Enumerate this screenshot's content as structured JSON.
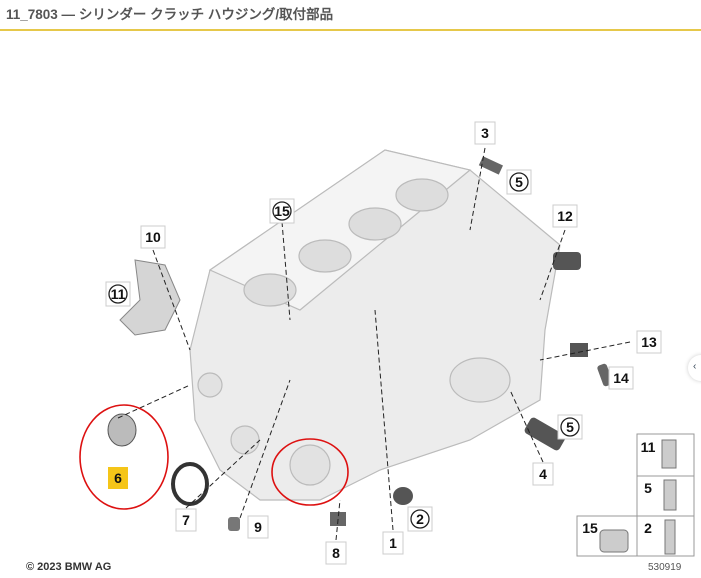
{
  "header": {
    "title": "11_7803 — シリンダー クラッチ ハウジング/取付部品"
  },
  "footer": {
    "copyright": "© 2023 BMW AG",
    "doc_number": "530919"
  },
  "colors": {
    "accent": "#e6c84a",
    "highlight": "#f5c518",
    "annotation": "#d11"
  },
  "callouts": [
    {
      "num": "3",
      "style": "box"
    },
    {
      "num": "5",
      "style": "circle"
    },
    {
      "num": "12",
      "style": "box"
    },
    {
      "num": "15",
      "style": "circle"
    },
    {
      "num": "10",
      "style": "box"
    },
    {
      "num": "11",
      "style": "circle"
    },
    {
      "num": "13",
      "style": "box"
    },
    {
      "num": "14",
      "style": "box"
    },
    {
      "num": "5",
      "style": "circle"
    },
    {
      "num": "4",
      "style": "box"
    },
    {
      "num": "6",
      "style": "highlight"
    },
    {
      "num": "7",
      "style": "box"
    },
    {
      "num": "9",
      "style": "box"
    },
    {
      "num": "8",
      "style": "box"
    },
    {
      "num": "1",
      "style": "box"
    },
    {
      "num": "2",
      "style": "circle"
    }
  ],
  "legend_table": [
    {
      "num": "11"
    },
    {
      "num": "5"
    },
    {
      "num": "2"
    },
    {
      "num": "15"
    }
  ],
  "side_button": {
    "icon": "chevron-left-icon",
    "label": "‹"
  }
}
